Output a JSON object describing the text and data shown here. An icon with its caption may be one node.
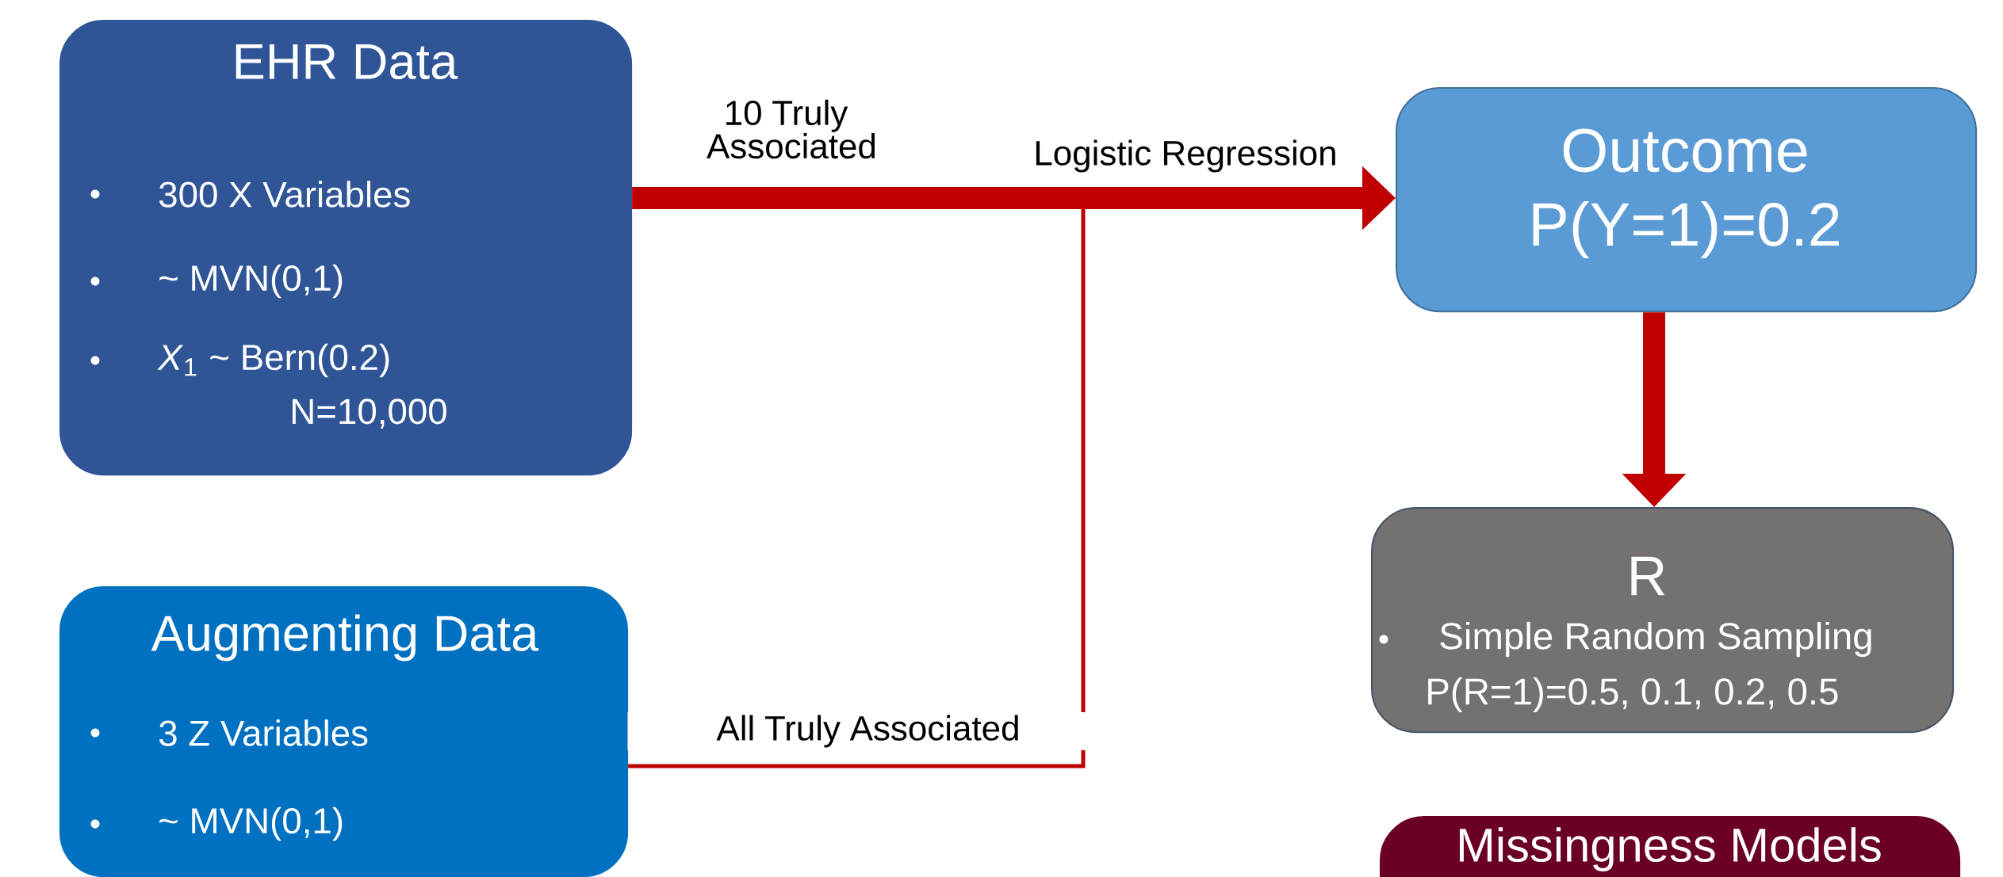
{
  "diagram": {
    "nodes": [
      {
        "text": [
          "EHR Data",
          "300 X Variables",
          "~ MVN(0,1)",
          "*X*$_{1}$ ~ Bern(0.2)",
          "N=10,000"
        ]
      },
      {
        "text": [
          "Augmenting Data",
          "3 Z Variables",
          "~ MVN(0,1)"
        ]
      },
      {
        "text": [
          "Outcome",
          "P(Y=1)=0.2"
        ]
      },
      {
        "text": [
          "R",
          "Simple Random Sampling",
          "P(R=1)=0.5, 0.1, 0.2, 0.5"
        ]
      },
      {
        "text": [
          "Missingness Models"
        ]
      }
    ],
    "edges": [
      {
        "from": 0,
        "to": 2,
        "arrow": "to",
        "label": "10 Truly Associated"
      },
      {
        "from": 1,
        "to": 2,
        "arrow": "to",
        "label": "All Truly Associated"
      },
      {
        "from": 2,
        "to": 3,
        "arrow": "to"
      }
    ],
    "labels": [
      "Logistic Regression"
    ]
  }
}
